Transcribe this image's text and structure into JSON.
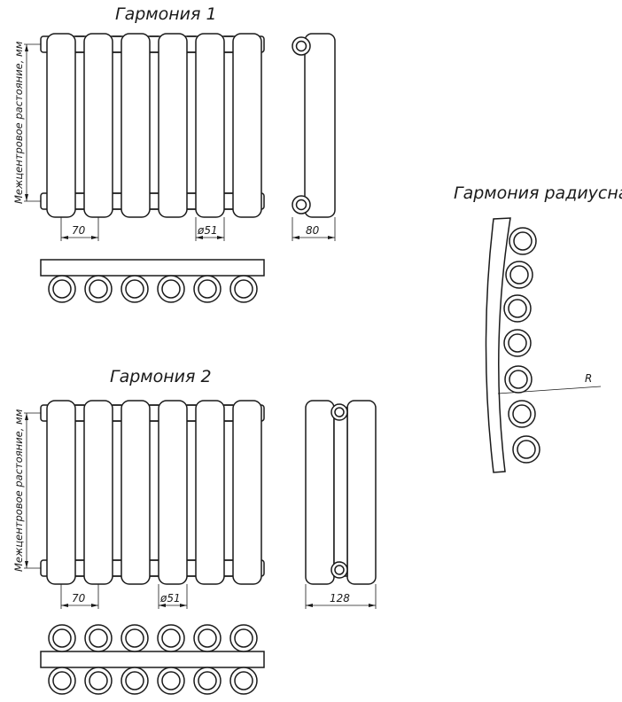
{
  "drawing": {
    "model1": {
      "title": "Гармония 1",
      "axis_label": "Межцентровое растояние, мм",
      "pitch_label": "70",
      "diameter_label": "ø51",
      "depth_label": "80"
    },
    "model2": {
      "title": "Гармония 2",
      "axis_label": "Межцентровое растояние, мм",
      "pitch_label": "70",
      "diameter_label": "ø51",
      "depth_label": "128"
    },
    "radial": {
      "title": "Гармония радиусная",
      "radius_label": "R"
    }
  }
}
